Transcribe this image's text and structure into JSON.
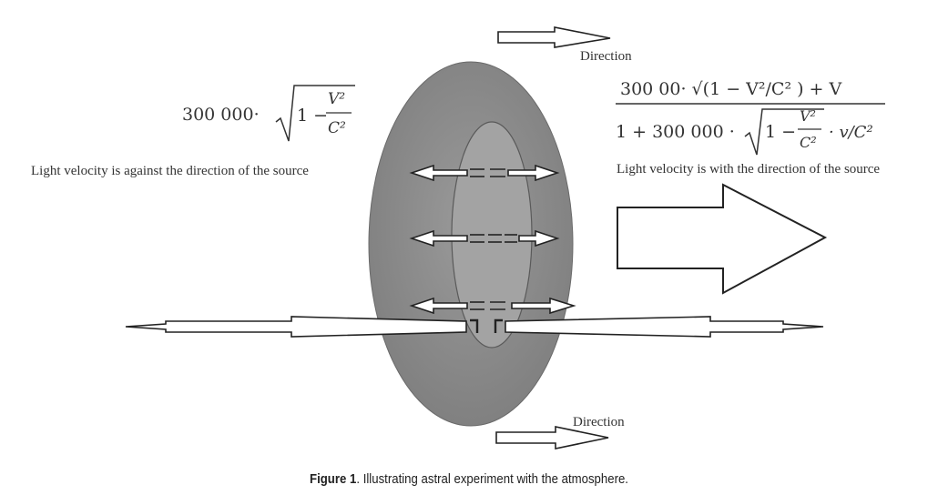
{
  "labels": {
    "direction_top": "Direction",
    "direction_bottom": "Direction",
    "against_text": "Light velocity is against the direction of the source",
    "with_text": "Light velocity is with the direction of the source"
  },
  "formula_left": {
    "coef": "300 000·",
    "one_minus": "1 −",
    "num": "V²",
    "den": "C²"
  },
  "formula_right": {
    "numerator": "300 00· √(1 − V²/C² ) + V",
    "den_prefix": "1 + 300 000 ·",
    "one_minus": "1 −",
    "frac_num": "V²",
    "frac_den": "C²",
    "suffix": "· v/C²"
  },
  "caption": {
    "label": "Figure 1",
    "text": ". Illustrating astral experiment with the atmosphere."
  },
  "colors": {
    "outer_ellipse": "#8c8c8c",
    "inner_ellipse": "#9a9a9a",
    "stroke": "#222222"
  }
}
